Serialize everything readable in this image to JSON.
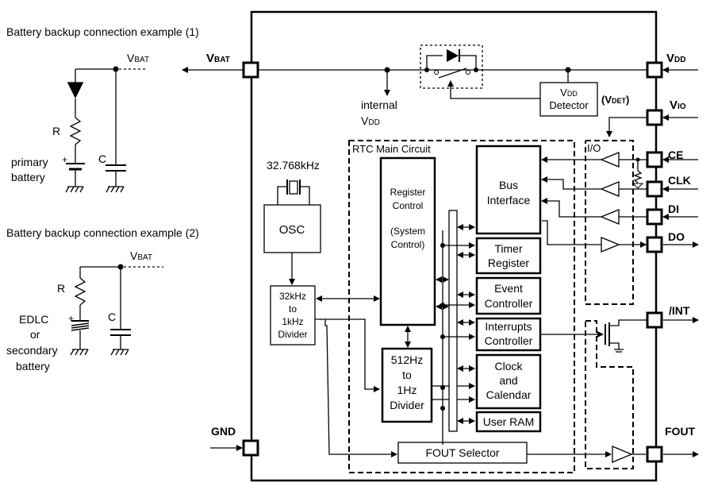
{
  "battery_examples": {
    "ex1": {
      "title": "Battery backup connection example (1)",
      "vbat": "V",
      "vbat_sub": "BAT",
      "r": "R",
      "c": "C",
      "plus": "+",
      "battery": [
        "primary",
        "battery"
      ]
    },
    "ex2": {
      "title": "Battery backup connection example (2)",
      "vbat": "V",
      "vbat_sub": "BAT",
      "r": "R",
      "c": "C",
      "plus": "+",
      "battery": [
        "EDLC",
        "or",
        "secondary",
        "battery"
      ]
    }
  },
  "pins": {
    "vbat": {
      "main": "V",
      "sub": "BAT"
    },
    "vdd": {
      "main": "V",
      "sub": "DD"
    },
    "vio": {
      "main": "V",
      "sub": "IO"
    },
    "ce": "CE",
    "clk": "CLK",
    "di": "DI",
    "do": "DO",
    "int": "/INT",
    "gnd": "GND",
    "fout": "FOUT"
  },
  "labels": {
    "internal": "internal",
    "internal_vdd_main": "V",
    "internal_vdd_sub": "DD",
    "vdet": {
      "open": "(V",
      "sub": "DET",
      "close": ")"
    },
    "io": "I/O",
    "rtc_main": "RTC Main Circuit",
    "crystal_freq": "32.768kHz"
  },
  "blocks": {
    "vdd_detector": {
      "line1_main": "V",
      "line1_sub": "DD",
      "line2": "Detector"
    },
    "osc": "OSC",
    "divider_32k": [
      "32kHz",
      "to",
      "1kHz",
      "Divider"
    ],
    "register_control": [
      "Register",
      "Control",
      "",
      "(System",
      "Control)"
    ],
    "bus_interface": [
      "Bus",
      "Interface"
    ],
    "timer_register": [
      "Timer",
      "Register"
    ],
    "event_controller": [
      "Event",
      "Controller"
    ],
    "interrupts_controller": [
      "Interrupts",
      "Controller"
    ],
    "clock_calendar": [
      "Clock",
      "and",
      "Calendar"
    ],
    "user_ram": "User RAM",
    "divider_512": [
      "512Hz",
      "to",
      "1Hz",
      "Divider"
    ],
    "fout_selector": "FOUT Selector"
  }
}
